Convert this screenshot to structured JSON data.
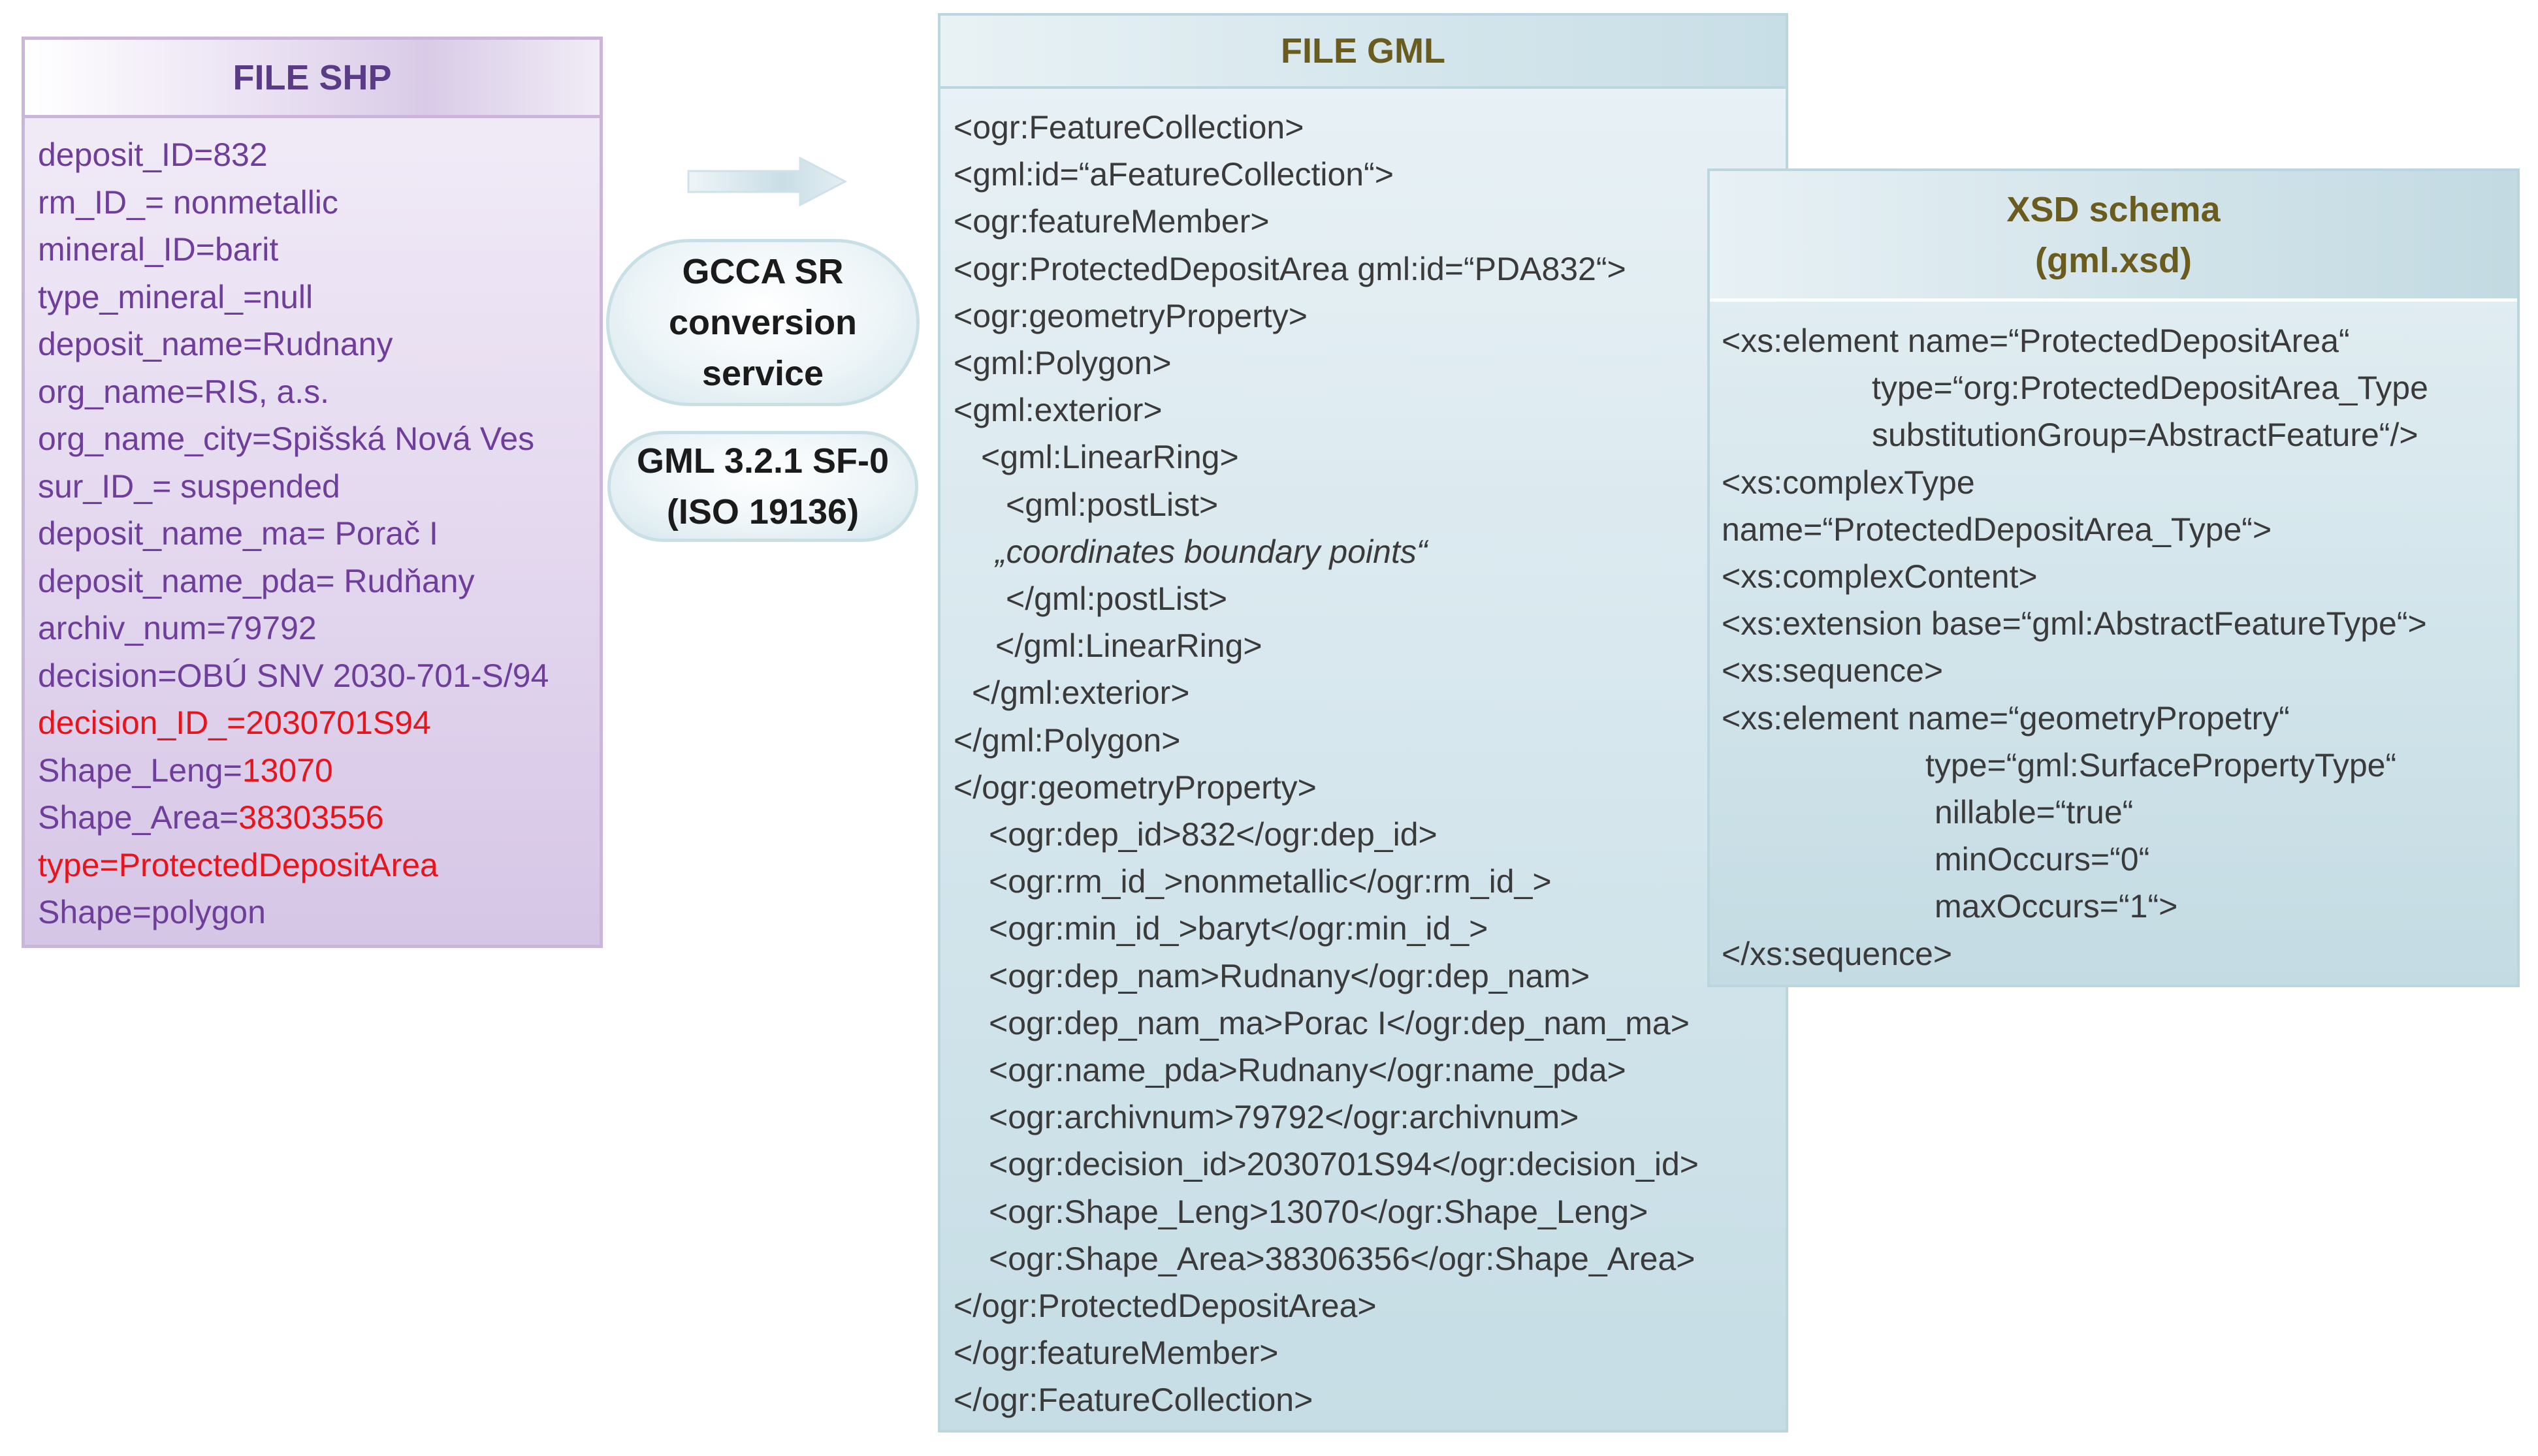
{
  "shp": {
    "title": "FILE SHP",
    "lines": [
      [
        "deposit_ID=832",
        ""
      ],
      [
        "rm_ID_= nonmetallic",
        ""
      ],
      [
        "mineral_ID=barit",
        ""
      ],
      [
        "type_mineral_=null",
        ""
      ],
      [
        "deposit_name=Rudnany",
        ""
      ],
      [
        "org_name=RIS, a.s.",
        ""
      ],
      [
        "org_name_city=Spišská Nová Ves",
        ""
      ],
      [
        "sur_ID_= suspended",
        ""
      ],
      [
        "deposit_name_ma= Porač I",
        ""
      ],
      [
        "deposit_name_pda= Rudňany",
        ""
      ],
      [
        "archiv_num=79792",
        ""
      ],
      [
        "decision=OBÚ SNV 2030-701-S/94",
        ""
      ],
      [
        "",
        "decision_ID_=2030701S94"
      ],
      [
        "Shape_Leng=",
        "13070"
      ],
      [
        "Shape_Area=",
        "38303556"
      ],
      [
        "",
        "type=ProtectedDepositArea"
      ],
      [
        "Shape=polygon",
        ""
      ]
    ]
  },
  "service": {
    "lines": [
      "GCCA SR",
      "conversion",
      "service"
    ]
  },
  "standard": {
    "lines": [
      "GML 3.2.1 SF-0",
      "(ISO 19136)"
    ]
  },
  "gml": {
    "title": "FILE GML",
    "lines": [
      "<ogr:FeatureCollection>",
      "<gml:id=“aFeatureCollection“>",
      "<ogr:featureMember>",
      "<ogr:ProtectedDepositArea gml:id=“PDA832“>",
      "<ogr:geometryProperty>",
      "<gml:Polygon>",
      "<gml:exterior>",
      "<gml:LinearRing>",
      "<gml:postList>",
      "„coordinates boundary points“",
      "</gml:postList>",
      "</gml:LinearRing>",
      "</gml:exterior>",
      "</gml:Polygon>",
      "</ogr:geometryProperty>",
      "<ogr:dep_id>832</ogr:dep_id>",
      "<ogr:rm_id_>nonmetallic</ogr:rm_id_>",
      "<ogr:min_id_>baryt</ogr:min_id_>",
      "<ogr:dep_nam>Rudnany</ogr:dep_nam>",
      "<ogr:dep_nam_ma>Porac I</ogr:dep_nam_ma>",
      "<ogr:name_pda>Rudnany</ogr:name_pda>",
      "<ogr:archivnum>79792</ogr:archivnum>",
      "<ogr:decision_id>2030701S94</ogr:decision_id>",
      "<ogr:Shape_Leng>13070</ogr:Shape_Leng>",
      "<ogr:Shape_Area>38306356</ogr:Shape_Area>",
      "</ogr:ProtectedDepositArea>",
      "</ogr:featureMember>",
      "</ogr:FeatureCollection>"
    ]
  },
  "xsd": {
    "title_line1": "XSD schema",
    "title_line2": "(gml.xsd)",
    "lines": [
      "<xs:element name=“ProtectedDepositArea“",
      "type=“org:ProtectedDepositArea_Type",
      "substitutionGroup=AbstractFeature“/>",
      "<xs:complexType",
      "name=“ProtectedDepositArea_Type“>",
      "<xs:complexContent>",
      "<xs:extension base=“gml:AbstractFeatureType“>",
      "<xs:sequence>",
      "<xs:element name=“geometryPropetry“",
      "type=“gml:SurfacePropertyType“",
      "nillable=“true“",
      "minOccurs=“0“",
      "maxOccurs=“1“>",
      "</xs:sequence>"
    ]
  }
}
